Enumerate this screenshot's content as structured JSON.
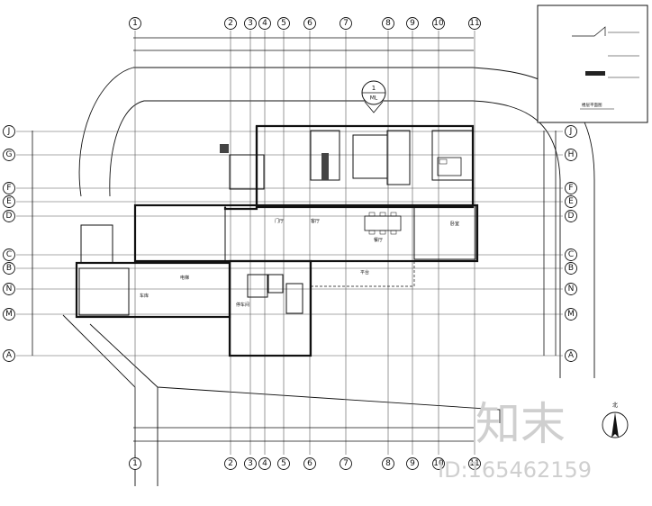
{
  "grid_columns": [
    "1",
    "2",
    "3",
    "4",
    "5",
    "6",
    "7",
    "8",
    "9",
    "10",
    "11"
  ],
  "grid_rows_left": [
    "J",
    "G",
    "F",
    "E",
    "D",
    "C",
    "B",
    "N",
    "M",
    "A"
  ],
  "grid_rows_right": [
    "J",
    "H",
    "F",
    "E",
    "D",
    "C",
    "B",
    "N",
    "M",
    "A"
  ],
  "section_marker": {
    "number": "1",
    "sheet": "ML"
  },
  "rooms": {
    "dining": "餐厅",
    "living": "客厅",
    "garage": "车库",
    "lift": "电梯",
    "bedroom": "卧室",
    "terrace": "平台",
    "entry": "门厅",
    "car_room": "停车间"
  },
  "legend": {
    "title": "楼层平面图"
  },
  "watermark": {
    "brand": "知末",
    "id": "ID:165462159"
  },
  "north": "北"
}
